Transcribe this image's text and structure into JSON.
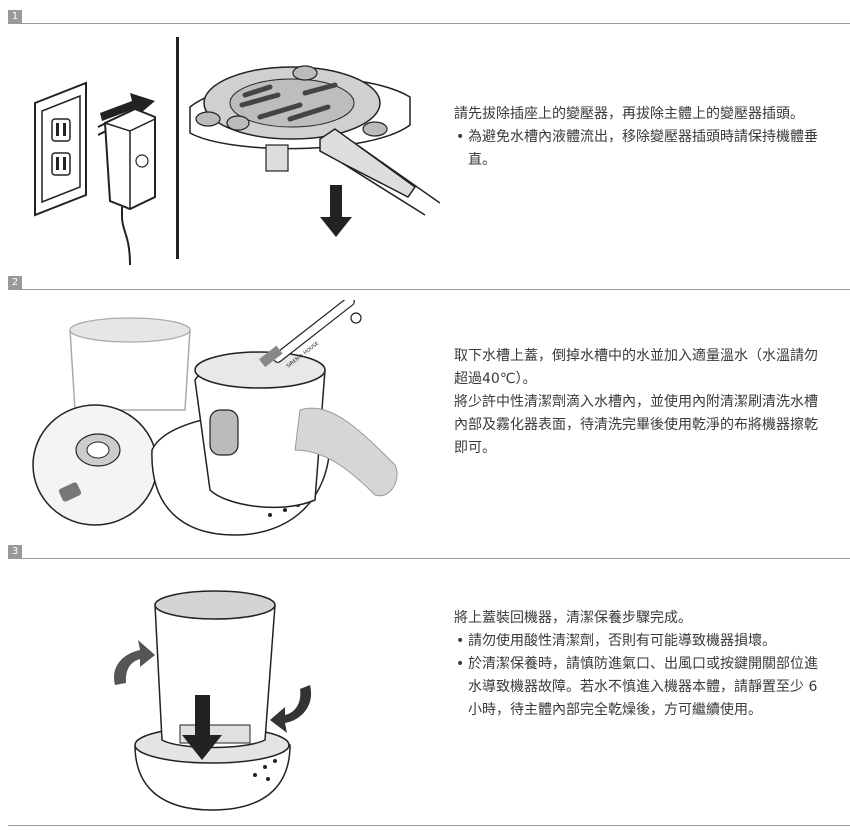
{
  "steps": [
    {
      "number": "1",
      "paragraphs": [
        "請先拔除插座上的變壓器，再拔除主體上的變壓器插頭。"
      ],
      "bullets": [
        "為避免水槽內液體流出，移除變壓器插頭時請保持機體垂直。"
      ]
    },
    {
      "number": "2",
      "paragraphs": [
        "取下水槽上蓋，倒掉水槽中的水並加入適量溫水（水溫請勿超過40℃）。",
        "將少許中性清潔劑滴入水槽內，並使用內附清潔刷清洗水槽內部及霧化器表面，待清洗完畢後使用乾淨的布將機器擦乾即可。"
      ],
      "bullets": [],
      "brush_brand": "SIREN® HOUSE"
    },
    {
      "number": "3",
      "paragraphs": [
        "將上蓋裝回機器，清潔保養步驟完成。"
      ],
      "bullets": [
        "請勿使用酸性清潔劑，否則有可能導致機器損壞。",
        "於清潔保養時，請慎防進氣口、出風口或按鍵開關部位進水導致機器故障。若水不慎進入機器本體，請靜置至少 6 小時，待主體內部完全乾燥後，方可繼續使用。"
      ]
    }
  ],
  "colors": {
    "step_bar": "#9a9a9a",
    "text": "#3a3a3a",
    "line": "#222222"
  },
  "icons": [
    "wall-outlet-icon",
    "power-adapter-icon",
    "pull-arrow-icon",
    "down-arrow-icon",
    "rotate-arrow-icon"
  ]
}
